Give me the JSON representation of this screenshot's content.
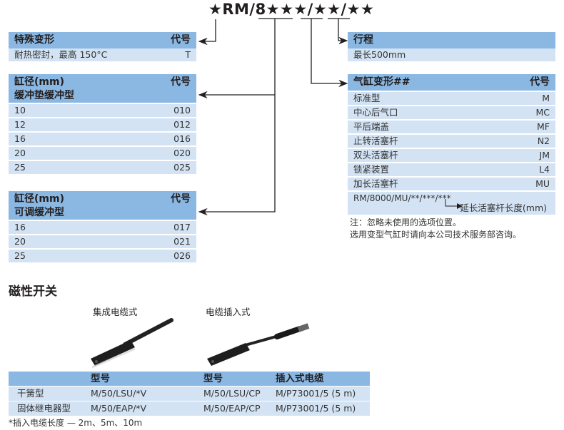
{
  "title": "★RM/8★★★/★★/★★",
  "special": {
    "header": "特殊变形",
    "code_header": "代号",
    "rows": [
      {
        "label": "耐热密封，最高 150°C",
        "code": "T"
      }
    ]
  },
  "bore_cushion": {
    "header1": "缸径(mm)",
    "header2": "缓冲垫缓冲型",
    "code_header": "代号",
    "rows": [
      {
        "label": "10",
        "code": "010"
      },
      {
        "label": "12",
        "code": "012"
      },
      {
        "label": "16",
        "code": "016"
      },
      {
        "label": "20",
        "code": "020"
      },
      {
        "label": "25",
        "code": "025"
      }
    ]
  },
  "bore_adjustable": {
    "header1": "缸径(mm)",
    "header2": "可调缓冲型",
    "code_header": "代号",
    "rows": [
      {
        "label": "16",
        "code": "017"
      },
      {
        "label": "20",
        "code": "021"
      },
      {
        "label": "25",
        "code": "026"
      }
    ]
  },
  "stroke": {
    "header": "行程",
    "rows": [
      {
        "label": "最长500mm"
      }
    ]
  },
  "variants": {
    "header": "气缸变形##",
    "code_header": "代号",
    "rows": [
      {
        "label": "标准型",
        "code": "M"
      },
      {
        "label": "中心后气口",
        "code": "MC"
      },
      {
        "label": "平后端盖",
        "code": "MF"
      },
      {
        "label": "止转活塞杆",
        "code": "N2"
      },
      {
        "label": "双头活塞杆",
        "code": "JM"
      },
      {
        "label": "锁紧装置",
        "code": "L4"
      },
      {
        "label": "加长活塞杆",
        "code": "MU"
      }
    ],
    "example": "RM/8000/MU/**/***/***",
    "example_note": "延长活塞杆长度(mm)"
  },
  "notes": [
    "注：忽略未使用的选项位置。",
    "选用变型气缸时请向本公司技术服务部咨询。"
  ],
  "switches": {
    "heading": "磁性开关",
    "caption1": "集成电缆式",
    "caption2": "电缆插入式",
    "headers": [
      "",
      "型号",
      "型号",
      "插入式电缆"
    ],
    "rows": [
      [
        "干簧型",
        "M/50/LSU/*V",
        "M/50/LSU/CP",
        "M/P73001/5 (5 m)"
      ],
      [
        "固体继电器型",
        "M/50/EAP/*V",
        "M/50/EAP/CP",
        "M/P73001/5 (5 m)"
      ]
    ],
    "footnote": "*插入电缆长度 — 2m、5m、10m"
  },
  "colors": {
    "header": "#8ab8e3",
    "row": "#d3e3f4"
  }
}
